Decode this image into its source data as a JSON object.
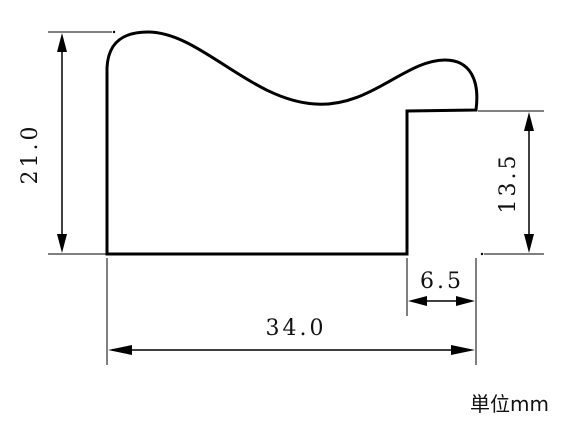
{
  "colors": {
    "stroke": "#000000",
    "text": "#111111",
    "background": "#ffffff"
  },
  "dimensions": {
    "height_total": "21.0",
    "step_height": "13.5",
    "step_width": "6.5",
    "overall_width": "34.0"
  },
  "unit_label": "単位mm"
}
